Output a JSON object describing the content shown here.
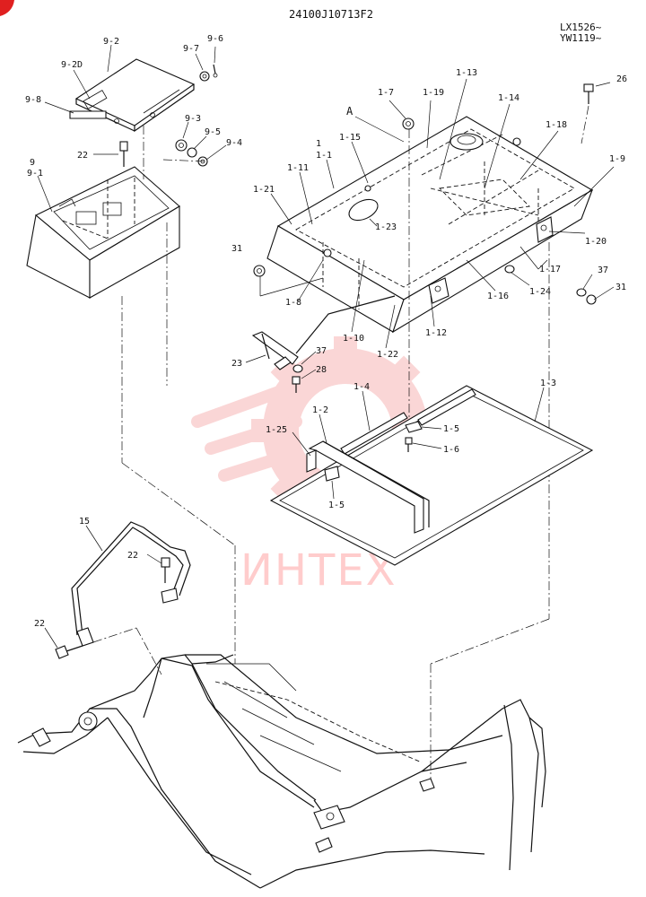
{
  "header": {
    "drawing_number": "24100J10713F2",
    "serial_line_1": "LX1526~",
    "serial_line_2": "YW1119~"
  },
  "watermark": {
    "text": "ИНТЕХ",
    "color": "#f7b5b5"
  },
  "view_marker": "A",
  "labels": {
    "p9_2": "9-2",
    "p9_7": "9-7",
    "p9_6": "9-6",
    "p9_2d": "9-2D",
    "p9_8": "9-8",
    "p9_3": "9-3",
    "p9_5": "9-5",
    "p9_4": "9-4",
    "p22a": "22",
    "p9": "9",
    "p9_1": "9-1",
    "p1_7": "1-7",
    "p1_19": "1-19",
    "p1_13": "1-13",
    "p1_14": "1-14",
    "p1_18": "1-18",
    "p26": "26",
    "p1": "1",
    "p1_1": "1-1",
    "p1_15": "1-15",
    "p1_11": "1-11",
    "p1_21": "1-21",
    "p1_23": "1-23",
    "p1_9": "1-9",
    "p1_20": "1-20",
    "p31a": "31",
    "p1_8": "1-8",
    "p1_17": "1-17",
    "p37a": "37",
    "p31b": "31",
    "p1_24": "1-24",
    "p1_16": "1-16",
    "p1_12": "1-12",
    "p1_10": "1-10",
    "p1_22": "1-22",
    "p23": "23",
    "p37b": "37",
    "p28": "28",
    "p1_4": "1-4",
    "p1_3": "1-3",
    "p1_2": "1-2",
    "p1_25": "1-25",
    "p1_5a": "1-5",
    "p1_6": "1-6",
    "p1_5b": "1-5",
    "p15": "15",
    "p22b": "22",
    "p22c": "22"
  }
}
